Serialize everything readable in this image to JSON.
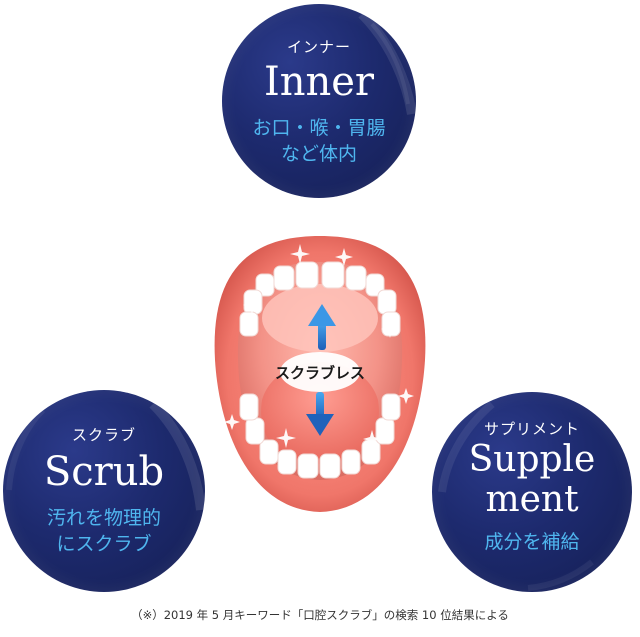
{
  "inner": {
    "kana": "インナー",
    "title": "Inner",
    "desc_line1": "お口・喉・胃腸",
    "desc_line2": "など体内"
  },
  "scrub": {
    "kana": "スクラブ",
    "title": "Scrub",
    "desc_line1": "汚れを物理的",
    "desc_line2": "にスクラブ"
  },
  "supplement": {
    "kana": "サプリメント",
    "title_line1": "Supple",
    "title_line2": "ment",
    "desc": "成分を補給"
  },
  "center_label": "スクラブレス",
  "footnote": "（※）2019 年 5 月キーワード「口腔スクラブ」の検索 10 位結果による",
  "colors": {
    "circle": "#1d2a6e",
    "accent_text": "#4fb6ef",
    "arrow": "#2f7fd6"
  }
}
